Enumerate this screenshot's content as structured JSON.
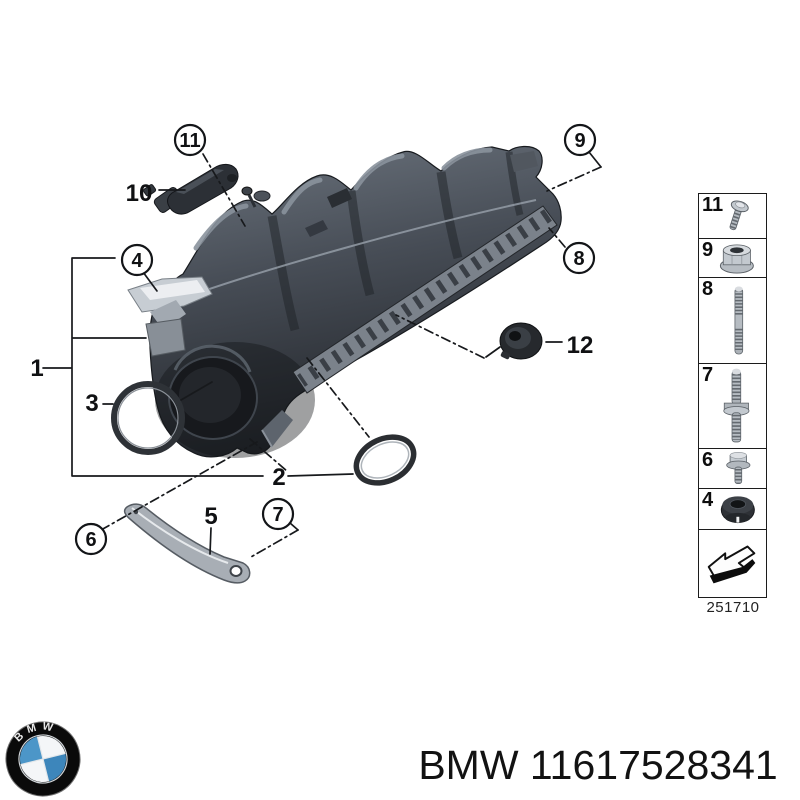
{
  "callouts": {
    "c1": "1",
    "c2": "2",
    "c3": "3",
    "c4": "4",
    "c5": "5",
    "c6": "6",
    "c7": "7",
    "c8": "8",
    "c9": "9",
    "c10": "10",
    "c11": "11",
    "c12": "12"
  },
  "legend": {
    "rows": [
      {
        "number": "11",
        "icon": "tapping-screw-icon"
      },
      {
        "number": "9",
        "icon": "flange-nut-icon"
      },
      {
        "number": "8",
        "icon": "stud-bolt-icon"
      },
      {
        "number": "7",
        "icon": "collar-stud-icon"
      },
      {
        "number": "6",
        "icon": "flange-bolt-icon"
      },
      {
        "number": "4",
        "icon": "blind-plug-icon"
      },
      {
        "number": "",
        "icon": "removal-direction-arrow-icon"
      }
    ],
    "drawing_number": "251710"
  },
  "footer": {
    "logo_text": "BMW",
    "part_text": "BMW 11617528341"
  },
  "colors": {
    "line": "#17191c",
    "body_dark": "#22252a",
    "body_mid": "#4b525b",
    "body_light": "#8a929c",
    "flange_light": "#c7cdd3",
    "bmw_blue": "#4390c4"
  }
}
